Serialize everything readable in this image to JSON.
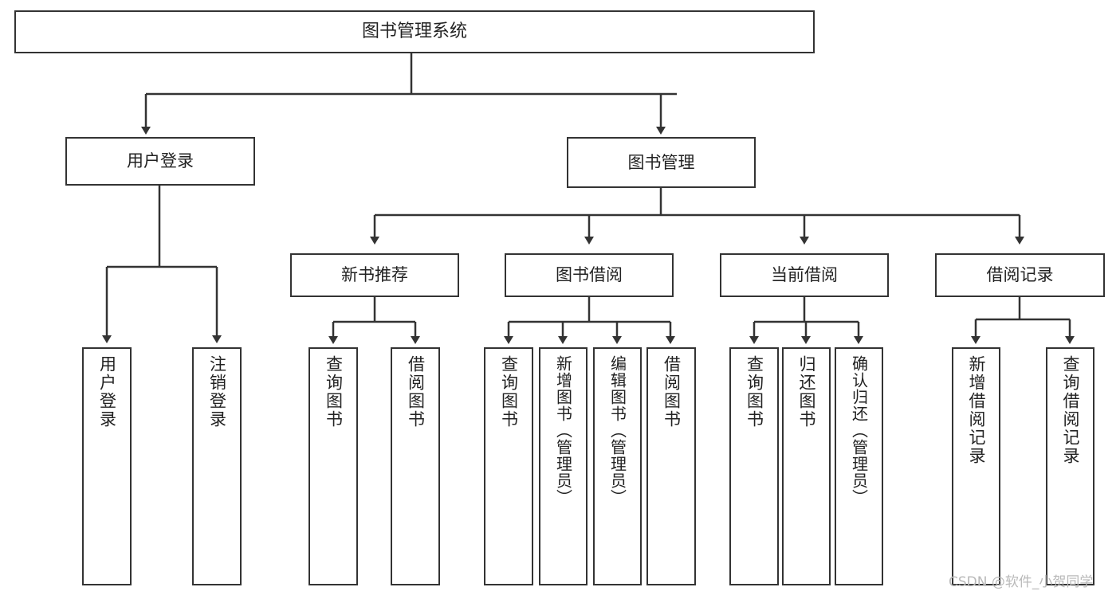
{
  "diagram": {
    "type": "tree",
    "title": "图书管理系统",
    "orientation": "top-down",
    "background_color": "#ffffff",
    "line_color": "#333333",
    "box_fill": "#ffffff",
    "nodes": {
      "root": {
        "label": "图书管理系统",
        "level": 0
      },
      "user_login": {
        "label": "用户登录",
        "level": 1
      },
      "book_manage": {
        "label": "图书管理",
        "level": 1
      },
      "new_book_rec": {
        "label": "新书推荐",
        "level": 2
      },
      "book_borrow": {
        "label": "图书借阅",
        "level": 2
      },
      "current_borrow": {
        "label": "当前借阅",
        "level": 2
      },
      "borrow_record": {
        "label": "借阅记录",
        "level": 2
      },
      "leaf_user_login": {
        "label": "用户登录",
        "level": 2
      },
      "leaf_user_logout": {
        "label": "注销登录",
        "level": 2
      },
      "leaf_query_book_1": {
        "label": "查询图书",
        "level": 3
      },
      "leaf_borrow_book_1": {
        "label": "借阅图书",
        "level": 3
      },
      "leaf_query_book_2": {
        "label": "查询图书",
        "level": 3
      },
      "leaf_add_book": {
        "label": "新增图书（管理员）",
        "level": 3
      },
      "leaf_edit_book": {
        "label": "编辑图书（管理员）",
        "level": 3
      },
      "leaf_borrow_book_2": {
        "label": "借阅图书",
        "level": 3
      },
      "leaf_query_book_3": {
        "label": "查询图书",
        "level": 3
      },
      "leaf_return_book": {
        "label": "归还图书",
        "level": 3
      },
      "leaf_confirm_return": {
        "label": "确认归还（管理员）",
        "level": 3
      },
      "leaf_add_record": {
        "label": "新增借阅记录",
        "level": 3
      },
      "leaf_query_record": {
        "label": "查询借阅记录",
        "level": 3
      }
    },
    "edges": [
      {
        "from": "root",
        "to": "user_login"
      },
      {
        "from": "root",
        "to": "book_manage"
      },
      {
        "from": "user_login",
        "to": "leaf_user_login"
      },
      {
        "from": "user_login",
        "to": "leaf_user_logout"
      },
      {
        "from": "book_manage",
        "to": "new_book_rec"
      },
      {
        "from": "book_manage",
        "to": "book_borrow"
      },
      {
        "from": "book_manage",
        "to": "current_borrow"
      },
      {
        "from": "book_manage",
        "to": "borrow_record"
      },
      {
        "from": "new_book_rec",
        "to": "leaf_query_book_1"
      },
      {
        "from": "new_book_rec",
        "to": "leaf_borrow_book_1"
      },
      {
        "from": "book_borrow",
        "to": "leaf_query_book_2"
      },
      {
        "from": "book_borrow",
        "to": "leaf_add_book"
      },
      {
        "from": "book_borrow",
        "to": "leaf_edit_book"
      },
      {
        "from": "book_borrow",
        "to": "leaf_borrow_book_2"
      },
      {
        "from": "current_borrow",
        "to": "leaf_query_book_3"
      },
      {
        "from": "current_borrow",
        "to": "leaf_return_book"
      },
      {
        "from": "current_borrow",
        "to": "leaf_confirm_return"
      },
      {
        "from": "borrow_record",
        "to": "leaf_add_record"
      },
      {
        "from": "borrow_record",
        "to": "leaf_query_record"
      }
    ]
  },
  "watermark": {
    "text": "CSDN @软件_小贺同学",
    "color": "#b9b9b9"
  }
}
